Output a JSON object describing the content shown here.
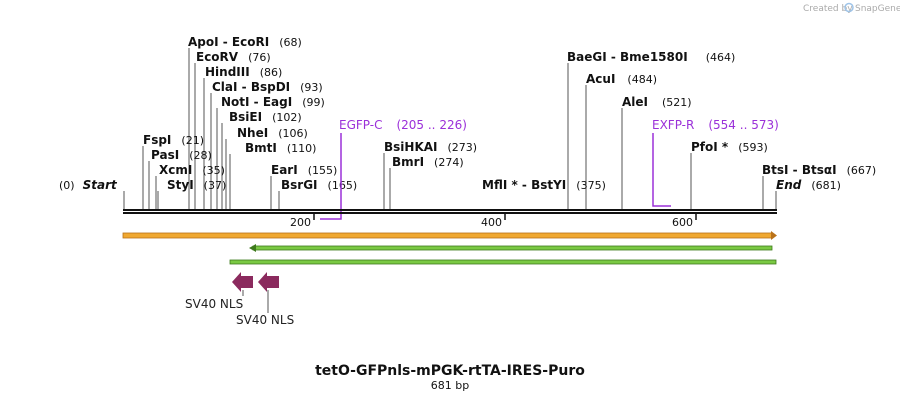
{
  "credit": "Created by",
  "credit_brand": "SnapGene",
  "title": "tetO-GFPnls-mPGK-rtTA-IRES-Puro",
  "length_label": "681 bp",
  "start_label": "Start",
  "start_pos": "(0)",
  "end_label": "End",
  "end_pos": "(681)",
  "ticks": [
    "200",
    "400",
    "600"
  ],
  "sites": [
    {
      "name": "ApoI  -  EcoRI",
      "pos": "(68)"
    },
    {
      "name": "EcoRV",
      "pos": "(76)"
    },
    {
      "name": "HindIII",
      "pos": "(86)"
    },
    {
      "name": "ClaI  -  BspDI",
      "pos": "(93)"
    },
    {
      "name": "NotI  -  EagI",
      "pos": "(99)"
    },
    {
      "name": "BsiEI",
      "pos": "(102)"
    },
    {
      "name": "NheI",
      "pos": "(106)"
    },
    {
      "name": "BmtI",
      "pos": "(110)"
    },
    {
      "name": "FspI",
      "pos": "(21)"
    },
    {
      "name": "PasI",
      "pos": "(28)"
    },
    {
      "name": "XcmI",
      "pos": "(35)"
    },
    {
      "name": "StyI",
      "pos": "(37)"
    },
    {
      "name": "EarI",
      "pos": "(155)"
    },
    {
      "name": "BsrGI",
      "pos": "(165)"
    },
    {
      "name": "BsiHKAI",
      "pos": "(273)"
    },
    {
      "name": "BmrI",
      "pos": "(274)"
    },
    {
      "name": "MflI *  -  BstYI",
      "pos": "(375)"
    },
    {
      "name": "BaeGI  -  Bme1580I",
      "pos": "(464)"
    },
    {
      "name": "AcuI",
      "pos": "(484)"
    },
    {
      "name": "AleI",
      "pos": "(521)"
    },
    {
      "name": "PfoI *",
      "pos": "(593)"
    },
    {
      "name": "BtsI  -  BtsαI",
      "pos": "(667)"
    }
  ],
  "primers": [
    {
      "name": "EGFP-C",
      "range": "(205 .. 226)"
    },
    {
      "name": "EXFP-R",
      "range": "(554 .. 573)"
    }
  ],
  "features": [
    {
      "name": "SV40 NLS"
    },
    {
      "name": "SV40 NLS"
    }
  ],
  "colors": {
    "orange_feature": "#f0a830",
    "green_feature": "#7ac943",
    "nls_feature": "#8b2a5e",
    "primer": "#9b30d9"
  }
}
